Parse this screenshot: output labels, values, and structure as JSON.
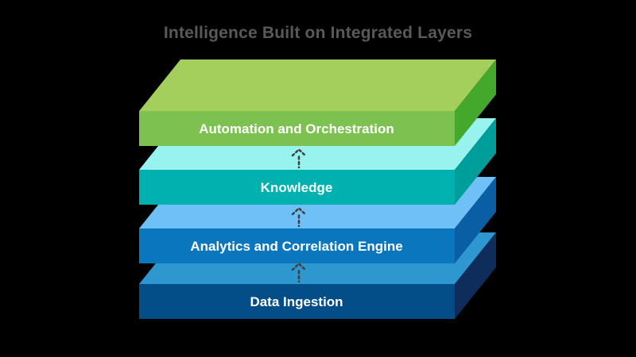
{
  "title": "Intelligence Built on Integrated Layers",
  "title_color": "#58595B",
  "background_color": "#000000",
  "label_text_color": "#FFFFFF",
  "arrow": {
    "color": "#3F3F3F",
    "style": "dotted",
    "direction": "up"
  },
  "layers": [
    {
      "label": "Automation and Orchestration",
      "top_color": "#A4CF5C",
      "front_color": "#7DC250",
      "side_color": "#44A82C"
    },
    {
      "label": "Knowledge",
      "top_color": "#98F3EE",
      "front_color": "#00B1B0",
      "side_color": "#009E9B"
    },
    {
      "label": "Analytics and Correlation Engine",
      "top_color": "#6FC0F7",
      "front_color": "#0A76BE",
      "side_color": "#0A5FA4"
    },
    {
      "label": "Data Ingestion",
      "top_color": "#2F97CF",
      "front_color": "#034E88",
      "side_color": "#0E2D5B"
    }
  ]
}
